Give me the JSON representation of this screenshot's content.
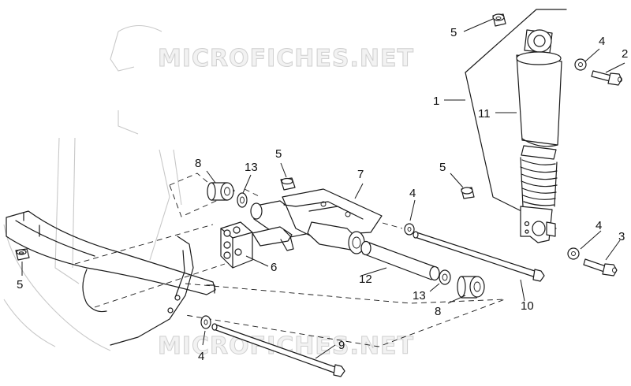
{
  "watermark": {
    "top": "MICROFICHES.NET",
    "bottom": "MICROFICHES.NET"
  },
  "callouts": {
    "c1": "1",
    "c2": "2",
    "c3": "3",
    "c4a": "4",
    "c4b": "4",
    "c4c": "4",
    "c4d": "4",
    "c5a": "5",
    "c5b": "5",
    "c5c": "5",
    "c5d": "5",
    "c6": "6",
    "c7": "7",
    "c8a": "8",
    "c8b": "8",
    "c9": "9",
    "c10": "10",
    "c11": "11",
    "c12": "12",
    "c13a": "13",
    "c13b": "13"
  }
}
